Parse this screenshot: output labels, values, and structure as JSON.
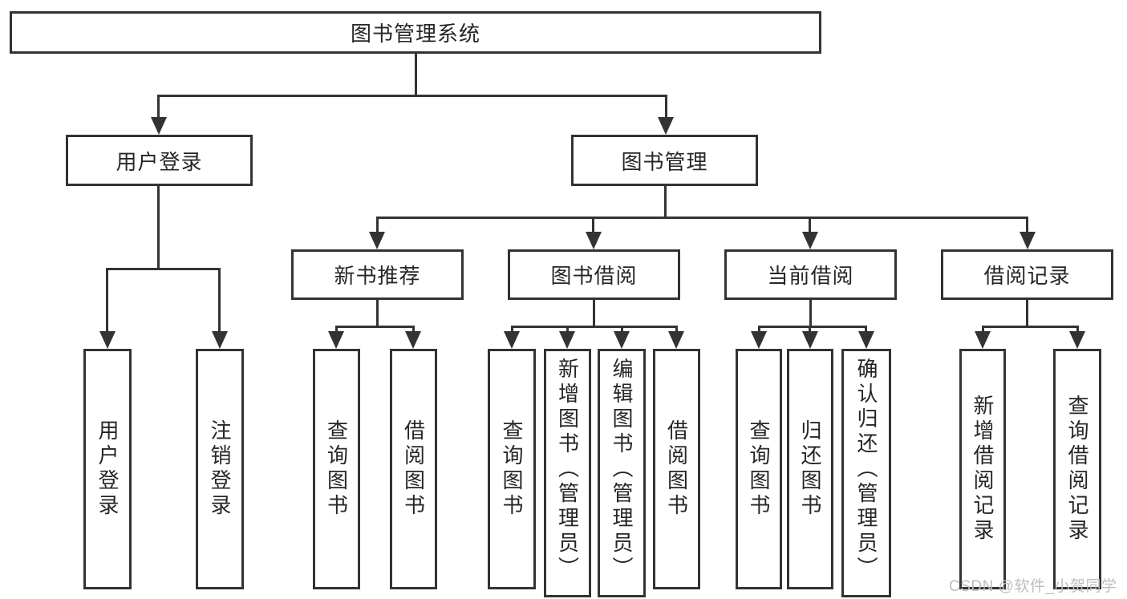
{
  "diagram": {
    "root": "图书管理系统",
    "children": [
      {
        "label": "用户登录",
        "children": [
          {
            "label": "用户登录"
          },
          {
            "label": "注销登录"
          }
        ]
      },
      {
        "label": "图书管理",
        "children": [
          {
            "label": "新书推荐",
            "children": [
              {
                "label": "查询图书"
              },
              {
                "label": "借阅图书"
              }
            ]
          },
          {
            "label": "图书借阅",
            "children": [
              {
                "label": "查询图书"
              },
              {
                "label": "新增图书（管理员）"
              },
              {
                "label": "编辑图书（管理员）"
              },
              {
                "label": "借阅图书"
              }
            ]
          },
          {
            "label": "当前借阅",
            "children": [
              {
                "label": "查询图书"
              },
              {
                "label": "归还图书"
              },
              {
                "label": "确认归还（管理员）"
              }
            ]
          },
          {
            "label": "借阅记录",
            "children": [
              {
                "label": "新增借阅记录"
              },
              {
                "label": "查询借阅记录"
              }
            ]
          }
        ]
      }
    ]
  },
  "watermark": "CSDN @软件_小贺同学",
  "colors": {
    "line": "#333333",
    "text": "#262626",
    "watermark": "#bdbdbd",
    "background": "#ffffff"
  }
}
